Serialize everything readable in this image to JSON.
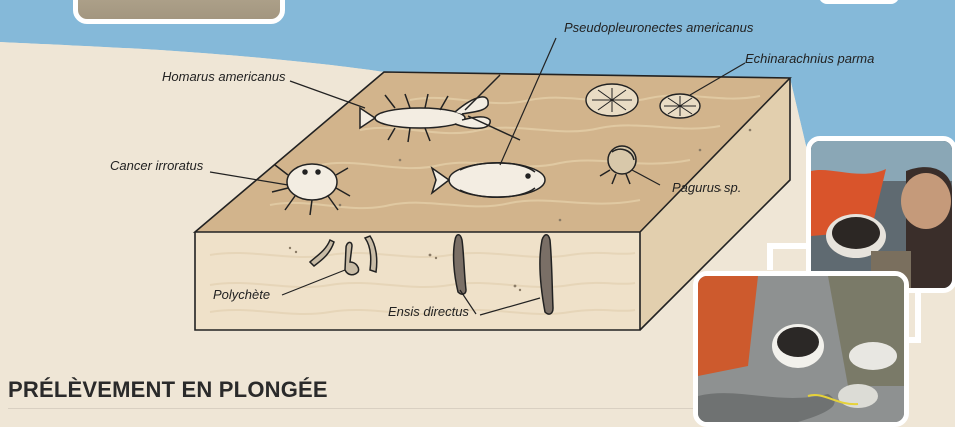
{
  "title": "PRÉLÈVEMENT EN PLONGÉE",
  "labels": {
    "homarus": "Homarus americanus",
    "pseudo": "Pseudopleuronectes americanus",
    "echinarachnius": "Echinarachnius parma",
    "cancer": "Cancer irroratus",
    "pagurus": "Pagurus sp.",
    "polychete": "Polychète",
    "ensis": "Ensis directus"
  },
  "colors": {
    "water": "#85b9d9",
    "seabed": "#efe6d6",
    "block_top": "#d2b48c",
    "block_front": "#efe1c9",
    "block_side": "#e2cfae",
    "photo_border": "#ffffff",
    "title": "#2a2a2a"
  },
  "photos": [
    {
      "name": "photo-top-left-diver",
      "icon": "photo-icon"
    },
    {
      "name": "photo-sample-bucket-top",
      "icon": "photo-icon"
    },
    {
      "name": "photo-sample-bucket-bottom",
      "icon": "photo-icon"
    }
  ]
}
